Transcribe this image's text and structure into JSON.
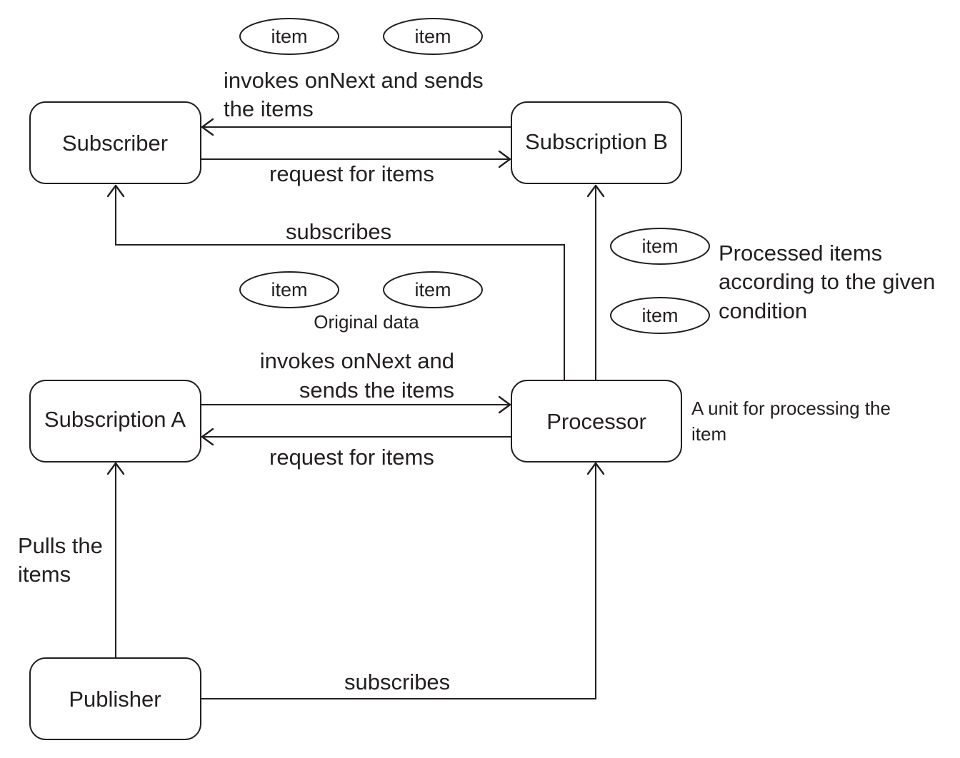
{
  "nodes": {
    "subscriber": "Subscriber",
    "subscription_b": "Subscription B",
    "subscription_a": "Subscription A",
    "processor": "Processor",
    "publisher": "Publisher"
  },
  "items": {
    "top_left": "item",
    "top_right": "item",
    "original_left": "item",
    "original_right": "item",
    "processed_top": "item",
    "processed_bottom": "item"
  },
  "labels": {
    "b_to_subscriber_line1": "invokes onNext and sends",
    "b_to_subscriber_line2": "the items",
    "subscriber_request": "request for items",
    "processor_subscribes": "subscribes",
    "original_data": "Original data",
    "a_to_processor_line1": "invokes onNext and",
    "a_to_processor_line2": "sends the items",
    "processor_request": "request for items",
    "processed_line1": "Processed items",
    "processed_line2": "according to the given",
    "processed_line3": "condition",
    "processor_note_line1": "A unit for processing the",
    "processor_note_line2": "item",
    "pulls_line1": "Pulls the",
    "pulls_line2": "items",
    "publisher_subscribes": "subscribes"
  },
  "colors": {
    "stroke": "#231f20",
    "background": "#ffffff"
  }
}
